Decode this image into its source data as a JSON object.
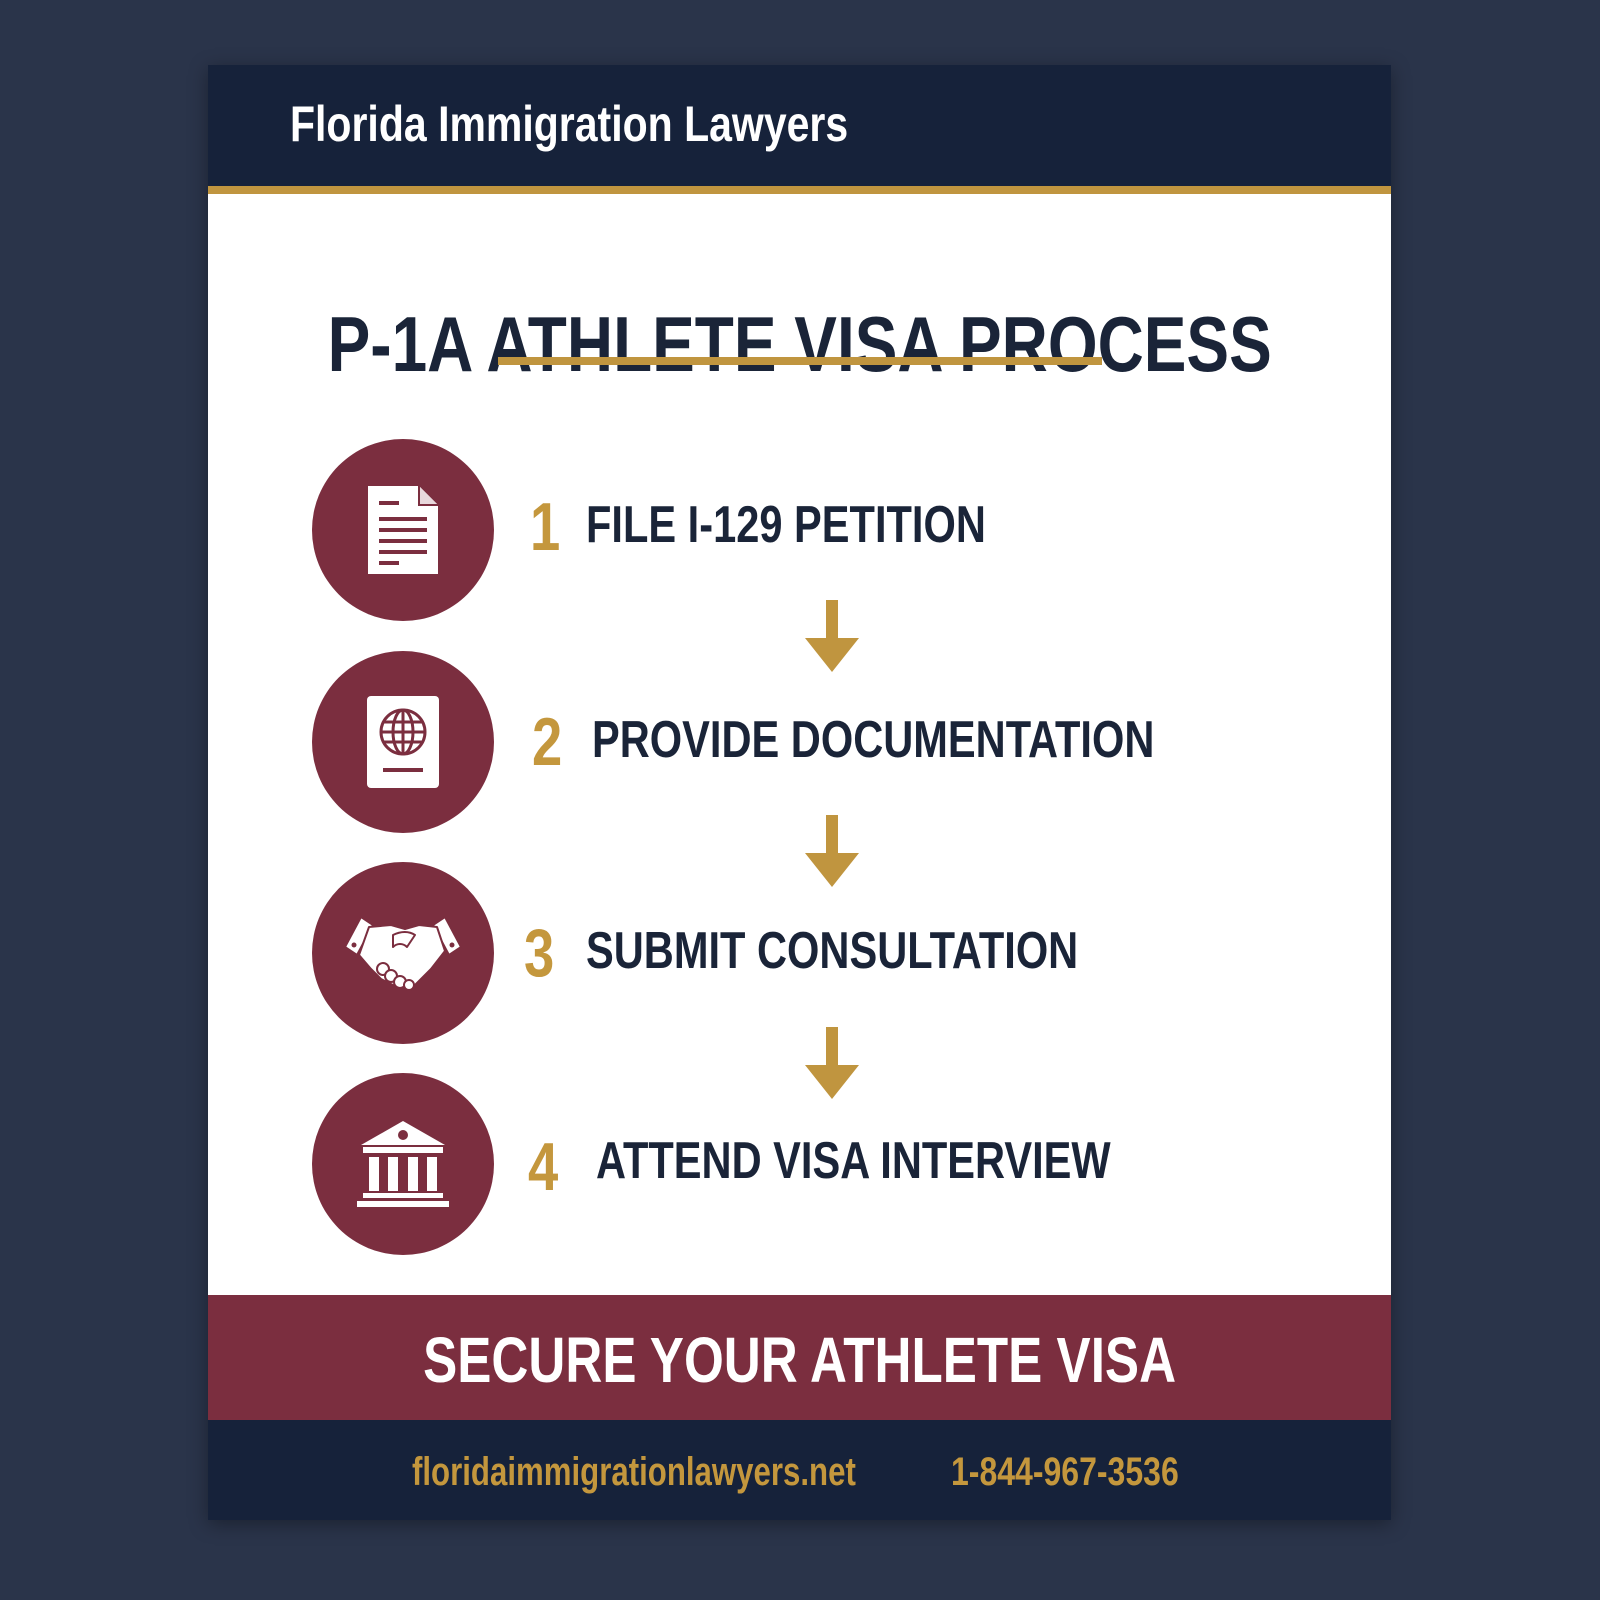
{
  "header": {
    "firm_name": "Florida Immigration Lawyers"
  },
  "title": {
    "text": "P-1A ATHLETE VISA PROCESS"
  },
  "steps": [
    {
      "number": "1",
      "label": "FILE I-129 PETITION",
      "icon": "document-icon"
    },
    {
      "number": "2",
      "label": "PROVIDE DOCUMENTATION",
      "icon": "passport-icon"
    },
    {
      "number": "3",
      "label": "SUBMIT CONSULTATION",
      "icon": "handshake-icon"
    },
    {
      "number": "4",
      "label": "ATTEND VISA INTERVIEW",
      "icon": "courthouse-icon"
    }
  ],
  "cta": {
    "text": "SECURE YOUR ATHLETE VISA"
  },
  "footer": {
    "website": "floridaimmigrationlawyers.net",
    "phone": "1-844-967-3536"
  },
  "colors": {
    "navy": "#16223a",
    "gold": "#c0953f",
    "maroon": "#7b2e3f",
    "background": "#2a344a",
    "title_text": "#1a2438"
  }
}
